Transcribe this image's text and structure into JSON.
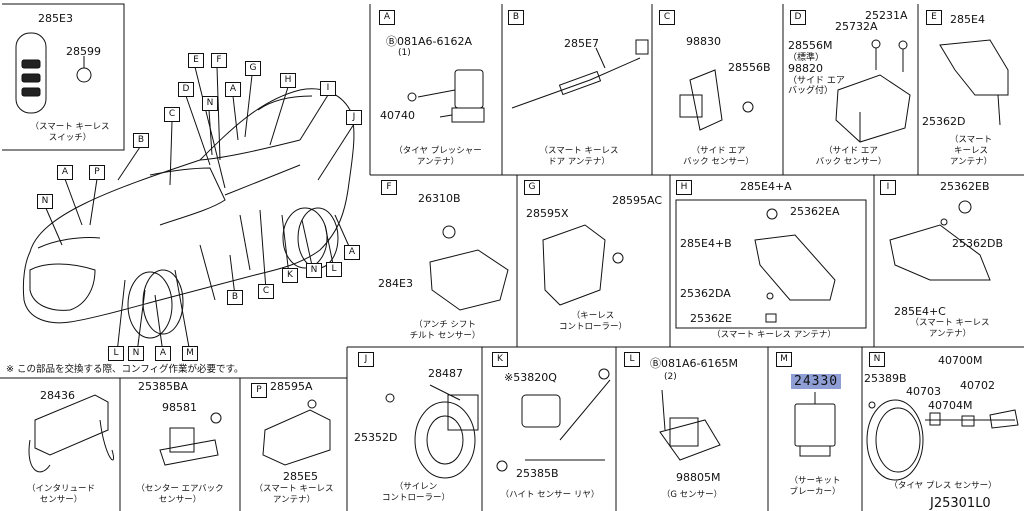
{
  "top_left": {
    "part": "285E3",
    "sub_part": "28599",
    "caption": "（スマート キーレス\nスイッチ）"
  },
  "note": "※ この部品を交換する際、コンフィグ作業が必要です。",
  "car_callouts": [
    "B",
    "C",
    "D",
    "E",
    "F",
    "N",
    "A",
    "G",
    "H",
    "I",
    "J",
    "A",
    "P",
    "N",
    "K",
    "N",
    "L",
    "A",
    "B",
    "C",
    "L",
    "N",
    "A",
    "M"
  ],
  "panels": {
    "A": {
      "letter": "A",
      "bolt": "Ⓑ081A6-6162A",
      "qty": "(1)",
      "part": "40740",
      "caption": "（タイヤ プレッシャー\nアンテナ）"
    },
    "B": {
      "letter": "B",
      "part": "285E7",
      "caption": "（スマート キーレス\nドア アンテナ）"
    },
    "C": {
      "letter": "C",
      "part": "98830",
      "sub_part": "28556B",
      "caption": "（サイド エア\nバック センサー）"
    },
    "D": {
      "letter": "D",
      "p1": "25732A",
      "p2": "25231A",
      "p3": "28556M",
      "std": "（標準）",
      "p4": "98820",
      "opt": "（サイド エア\nバッグ付）",
      "caption": "（サイド エア\nバック センサー）"
    },
    "E": {
      "letter": "E",
      "part": "285E4",
      "sub_part": "25362D",
      "caption": "（スマート\nキーレス\nアンテナ）"
    },
    "F": {
      "letter": "F",
      "p1": "26310B",
      "p2": "284E3",
      "caption": "（アンチ シフト\nチルト センサー）"
    },
    "G": {
      "letter": "G",
      "p1": "28595X",
      "p2": "28595AC",
      "caption": "（キーレス\nコントローラー）"
    },
    "H": {
      "letter": "H",
      "p1": "285E4+A",
      "p2": "25362EA",
      "p3": "285E4+B",
      "p4": "25362DA",
      "p5": "25362E",
      "caption": "（スマート キーレス アンテナ）"
    },
    "I": {
      "letter": "I",
      "p1": "25362EB",
      "p2": "25362DB",
      "p3": "285E4+C",
      "caption": "（スマート キーレス\nアンテナ）"
    },
    "J": {
      "letter": "J",
      "p1": "28487",
      "p2": "25352D",
      "caption": "（サイレン\nコントローラー）"
    },
    "K": {
      "letter": "K",
      "p1": "※53820Q",
      "p2": "25385B",
      "caption": "（ハイト センサー リヤ）"
    },
    "L": {
      "letter": "L",
      "bolt": "Ⓑ081A6-6165M",
      "qty": "(2)",
      "part": "98805M",
      "caption": "（G センサー）"
    },
    "M": {
      "letter": "M",
      "part": "24330",
      "caption": "（サーキット\nブレーカー）"
    },
    "N": {
      "letter": "N",
      "p1": "40700M",
      "p2": "25389B",
      "p3": "40703",
      "p4": "40702",
      "p5": "40704M",
      "caption": "（タイヤ プレス センサー）"
    }
  },
  "bottom_left": {
    "intrusion": {
      "part": "28436",
      "caption": "（インタリュード\nセンサー）"
    },
    "center_airbag": {
      "p1": "25385BA",
      "p2": "98581",
      "caption": "（センター エアバック\nセンサー）"
    },
    "P": {
      "letter": "P",
      "p1": "28595A",
      "p2": "285E5",
      "caption": "（スマート キーレス\nアンテナ）"
    }
  },
  "diagram_code": "J25301L0"
}
